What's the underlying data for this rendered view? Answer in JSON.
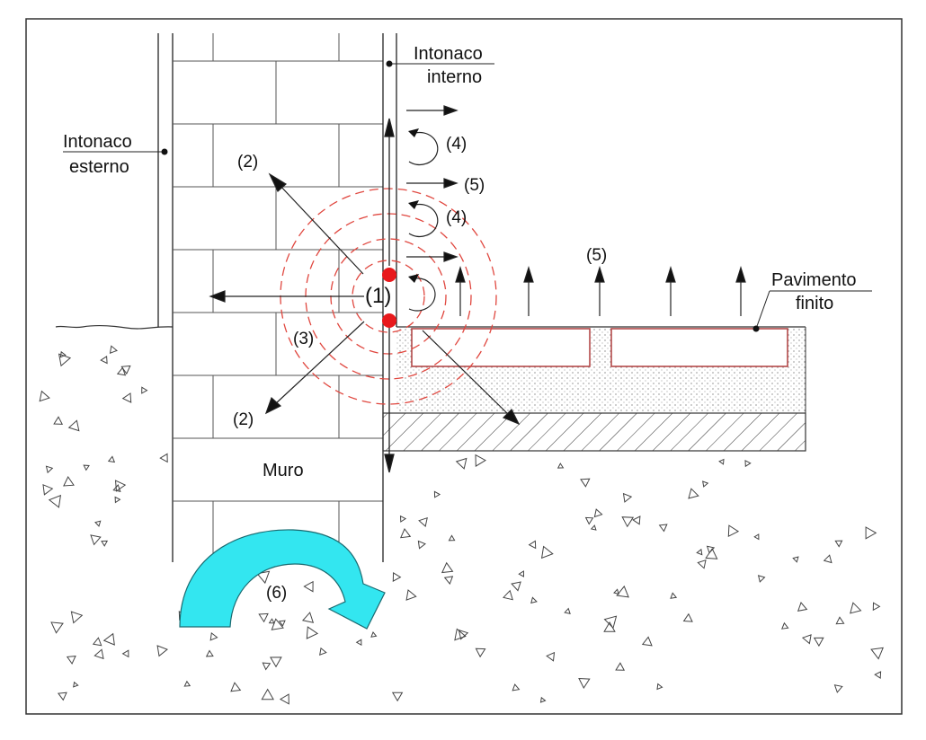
{
  "labels": {
    "intonaco_interno_line1": "Intonaco",
    "intonaco_interno_line2": "interno",
    "intonaco_esterno_line1": "Intonaco",
    "intonaco_esterno_line2": "esterno",
    "pavimento_line1": "Pavimento",
    "pavimento_line2": "finito",
    "muro": "Muro"
  },
  "markers": {
    "m1": "(1)",
    "m2_top": "(2)",
    "m2_bottom": "(2)",
    "m3": "(3)",
    "m4_top": "(4)",
    "m4_mid": "(4)",
    "m5_top": "(5)",
    "m5_floor": "(5)",
    "m6": "(6)"
  },
  "colors": {
    "line": "#1a1a1a",
    "moisture_point": "#e8191c",
    "ripple": "#e0473f",
    "tile_border": "#b44a4a",
    "rising_arrow": "#33e6f0",
    "rising_arrow_stroke": "#1a6a70"
  }
}
